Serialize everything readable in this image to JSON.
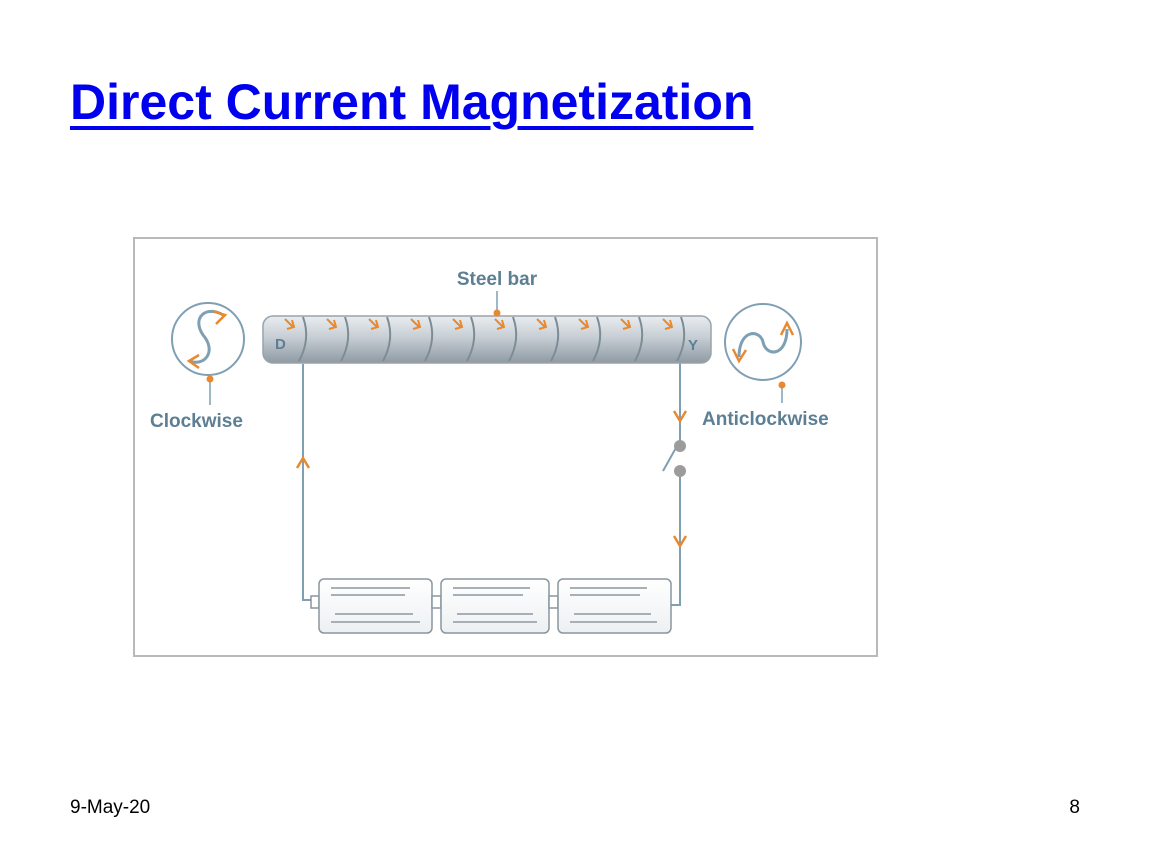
{
  "slide": {
    "title": "Direct Current Magnetization",
    "date": "9-May-20",
    "page_number": "8"
  },
  "diagram": {
    "steel_bar_label": "Steel bar",
    "left_end_label": "D",
    "right_end_label": "Y",
    "left_field_label": "Clockwise",
    "right_field_label": "Anticlockwise",
    "colors": {
      "wire": "#7f9fb3",
      "arrow": "#e8892f",
      "bar": "#c9d0d6",
      "label": "#5d7f94",
      "border": "#b9b9b9",
      "title": "#0000ee"
    }
  }
}
